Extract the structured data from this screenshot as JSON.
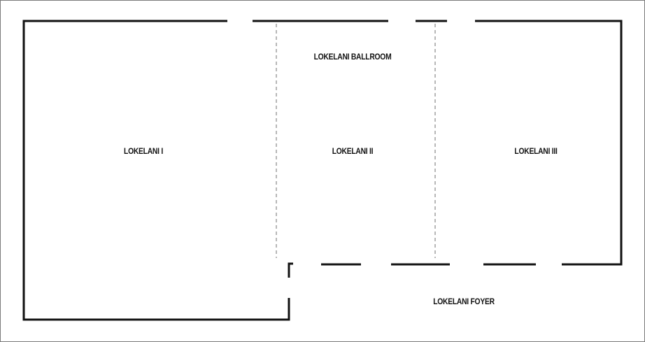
{
  "diagram": {
    "type": "floor-plan",
    "rooms": [
      {
        "id": "ballroom",
        "label": "LOKELANI BALLROOM"
      },
      {
        "id": "lokelani-1",
        "label": "LOKELANI I"
      },
      {
        "id": "lokelani-2",
        "label": "LOKELANI II"
      },
      {
        "id": "lokelani-3",
        "label": "LOKELANI III"
      },
      {
        "id": "foyer",
        "label": "LOKELANI FOYER"
      }
    ],
    "colors": {
      "wall": "#111111",
      "partition": "#888888",
      "frame": "#7a7a7a",
      "background": "#ffffff"
    }
  }
}
